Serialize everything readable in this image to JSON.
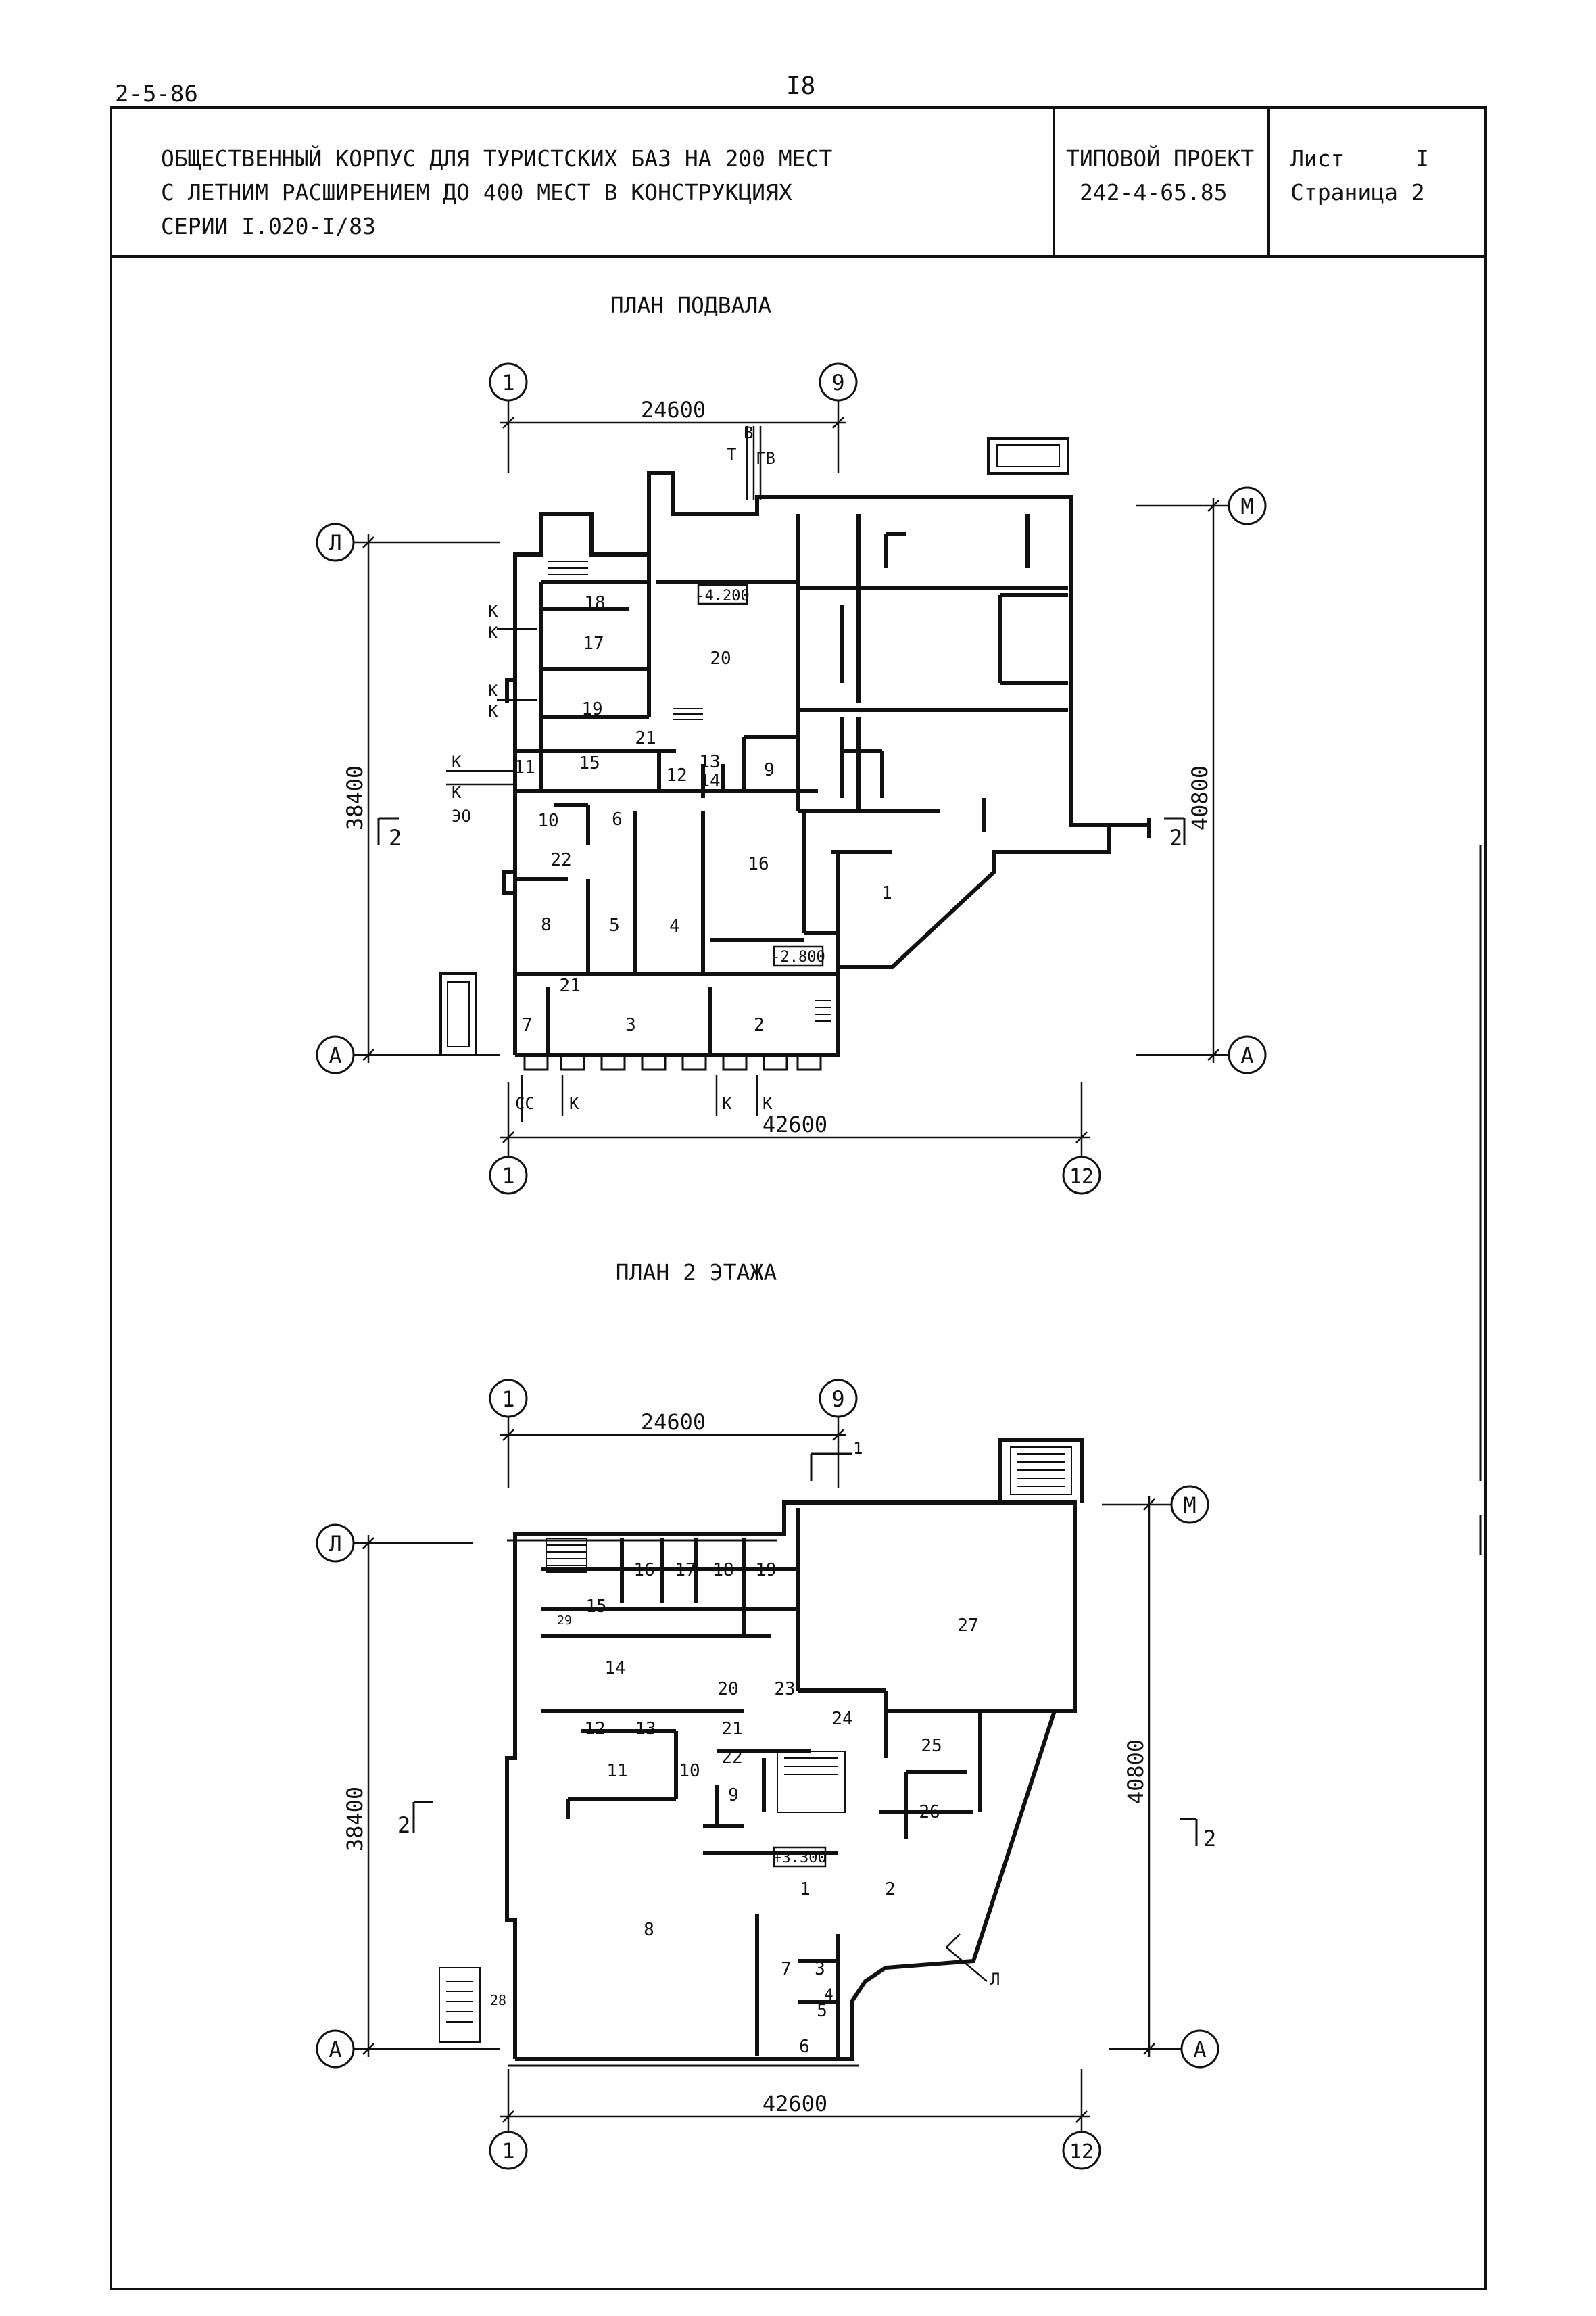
{
  "sheet_code": "2-5-86",
  "page_number": "I8",
  "title_block": {
    "title_lines": [
      "ОБЩЕСТВЕННЫЙ КОРПУС ДЛЯ ТУРИСТСКИХ БАЗ НА 200 МЕСТ",
      "С ЛЕТНИМ РАСШИРЕНИЕМ ДО 400 МЕСТ В КОНСТРУКЦИЯХ",
      "СЕРИИ  I.020-I/83"
    ],
    "project_label": "ТИПОВОЙ ПРОЕКТ",
    "project_number": "242-4-65.85",
    "sheet_label": "Лист",
    "sheet_number": "I",
    "page_label": "Страница 2"
  },
  "basement_plan": {
    "title": "ПЛАН  ПОДВАЛА",
    "axis_left": "1",
    "axis_top_right": "9",
    "axis_bottom_right": "12",
    "axis_row_top": "Л",
    "axis_row_top_right": "М",
    "axis_row_bottom": "А",
    "dim_top": "24600",
    "dim_bottom": "42600",
    "dim_left": "38400",
    "dim_right": "40800",
    "section_mark": "2",
    "level_upper": "-4.200",
    "level_lower": "-2.800",
    "utility_labels": [
      "В",
      "Т",
      "ГВ",
      "К",
      "К",
      "К",
      "К",
      "К",
      "К",
      "ЭО",
      "СС",
      "К",
      "К",
      "К"
    ],
    "rooms": [
      "18",
      "17",
      "19",
      "20",
      "21",
      "11",
      "15",
      "12",
      "13",
      "14",
      "9",
      "10",
      "6",
      "22",
      "16",
      "1",
      "8",
      "5",
      "4",
      "21",
      "7",
      "3",
      "2"
    ]
  },
  "second_floor_plan": {
    "title": "ПЛАН 2 ЭТАЖА",
    "axis_left": "1",
    "axis_top_right": "9",
    "axis_bottom_right": "12",
    "axis_row_top": "Л",
    "axis_row_top_right": "М",
    "axis_row_bottom": "А",
    "dim_top": "24600",
    "dim_bottom": "42600",
    "dim_left": "38400",
    "dim_right": "40800",
    "section_mark": "2",
    "arrow_mark": "1",
    "view_mark": "Л",
    "level": "+3.300",
    "rooms": [
      "16",
      "17",
      "18",
      "19",
      "15",
      "29",
      "27",
      "14",
      "20",
      "23",
      "21",
      "24",
      "12",
      "13",
      "25",
      "11",
      "10",
      "22",
      "9",
      "26",
      "8",
      "1",
      "2",
      "7",
      "3",
      "4",
      "5",
      "6",
      "28"
    ]
  }
}
